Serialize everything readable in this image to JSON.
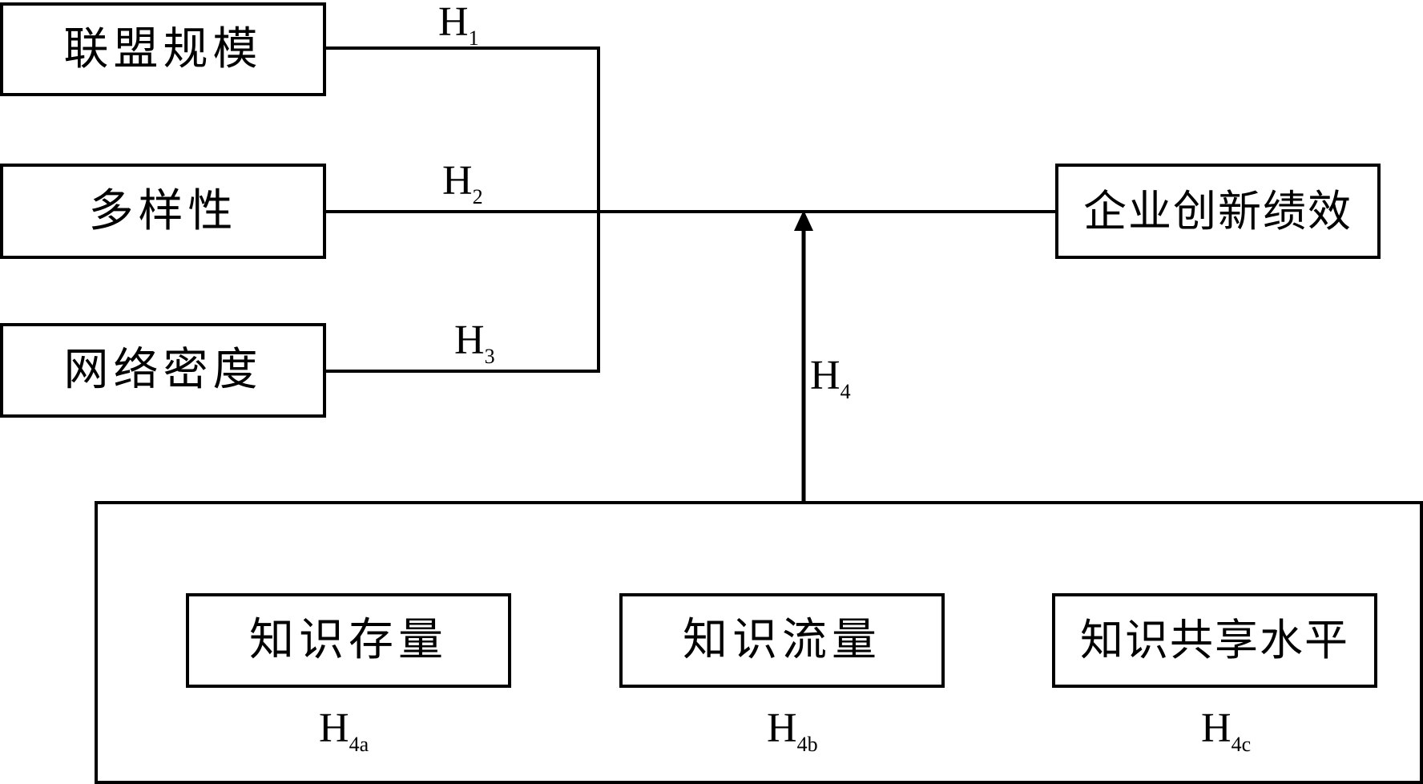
{
  "inputs": {
    "alliance_size": "联盟规模",
    "diversity": "多样性",
    "network_density": "网络密度"
  },
  "outcome": "企业创新绩效",
  "moderators": {
    "knowledge_stock": "知识存量",
    "knowledge_flow": "知识流量",
    "knowledge_sharing_level": "知识共享水平"
  },
  "hypotheses": {
    "h1": {
      "main": "H",
      "sub": "1"
    },
    "h2": {
      "main": "H",
      "sub": "2"
    },
    "h3": {
      "main": "H",
      "sub": "3"
    },
    "h4": {
      "main": "H",
      "sub": "4"
    },
    "h4a": {
      "main": "H",
      "sub": "4a"
    },
    "h4b": {
      "main": "H",
      "sub": "4b"
    },
    "h4c": {
      "main": "H",
      "sub": "4c"
    }
  },
  "colors": {
    "stroke": "#000000",
    "background": "#ffffff"
  }
}
